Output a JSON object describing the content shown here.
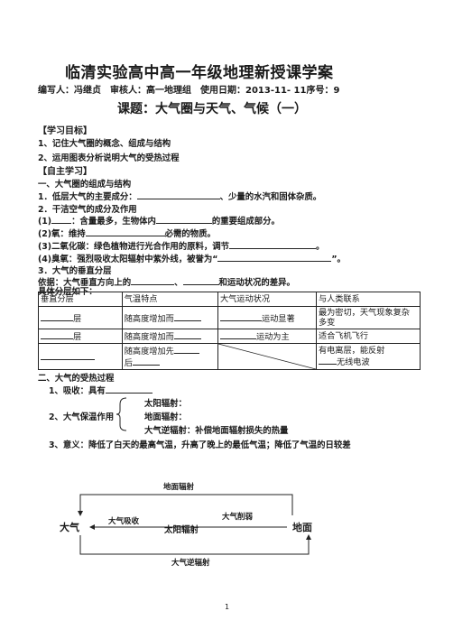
{
  "header": {
    "title": "临清实验高中高一年级地理新授课学案",
    "meta": "编写人：冯继贞　审核人：高一地理组　使用日期：2013-11- 11序号：9",
    "lesson": "课题：大气圈与天气、气候（一）"
  },
  "goals": {
    "heading": "【学习目标】",
    "items": [
      "1、记住大气圈的概念、组成与结构",
      "2、运用图表分析说明大气的受热过程"
    ]
  },
  "self_study": {
    "heading": "【自主学习】",
    "sec1": "一、大气圈的组成与结构",
    "q1_a": "1．低层大气的主要成分：",
    "q1_b": "、少量的水汽和固体杂质。",
    "q2": "2．干洁空气的成分及作用",
    "q2_1a": "(1)",
    "q2_1b": "：含量最多，生物体内",
    "q2_1c": "的重要组成部分。",
    "q2_2a": "(2)氧：维持",
    "q2_2b": "必需的物质。",
    "q2_3a": "(3)二氧化碳：绿色植物进行光合作用的原料，调节",
    "q2_3b": "。",
    "q2_4a": "(4)臭氧：强烈吸收太阳辐射中紫外线，被誉为“",
    "q2_4b": "”。",
    "q3": "3．大气的垂直分层",
    "q3_basis_a": "依据：大气垂直方向上的",
    "q3_basis_b": "、",
    "q3_basis_c": "和运动状况的差异。",
    "q3_table_intro": "具体分层如下："
  },
  "table": {
    "headers": [
      "垂直分层",
      "气温特点",
      "大气运动状况",
      "与人类联系"
    ],
    "rows": [
      {
        "layer": "层",
        "temp": "随高度增加而",
        "motion": "运动显著",
        "human": "最为密切，天气现象复杂多变"
      },
      {
        "layer": "层",
        "temp": "随高度增加而",
        "motion": "运动为主",
        "human": "适合飞机飞行"
      },
      {
        "layer": "",
        "temp_a": "随高度增加先",
        "temp_b": "后",
        "motion": "",
        "human_a": "有电离层，能反射",
        "human_b": "无线电波"
      }
    ]
  },
  "heating": {
    "sec2": "二、大气的受热过程",
    "s1": "1、吸收：具有",
    "s2": "2、大气保温作用",
    "s2_items": [
      "太阳辐射：",
      "地面辐射：",
      "大气逆辐射：补偿地面辐射损失的热量"
    ],
    "s3": "3、意义：降低了白天的最高气温，升高了晚上的最低气温；降低了气温的日较差"
  },
  "diagram": {
    "top_label": "地面辐射",
    "left_node": "大气",
    "right_node": "地面",
    "absorb_label": "大气吸收",
    "solar_label": "太阳辐射",
    "weaken_label": "大气削弱",
    "bottom_label": "大气逆辐射"
  },
  "footer": {
    "page": "1"
  }
}
